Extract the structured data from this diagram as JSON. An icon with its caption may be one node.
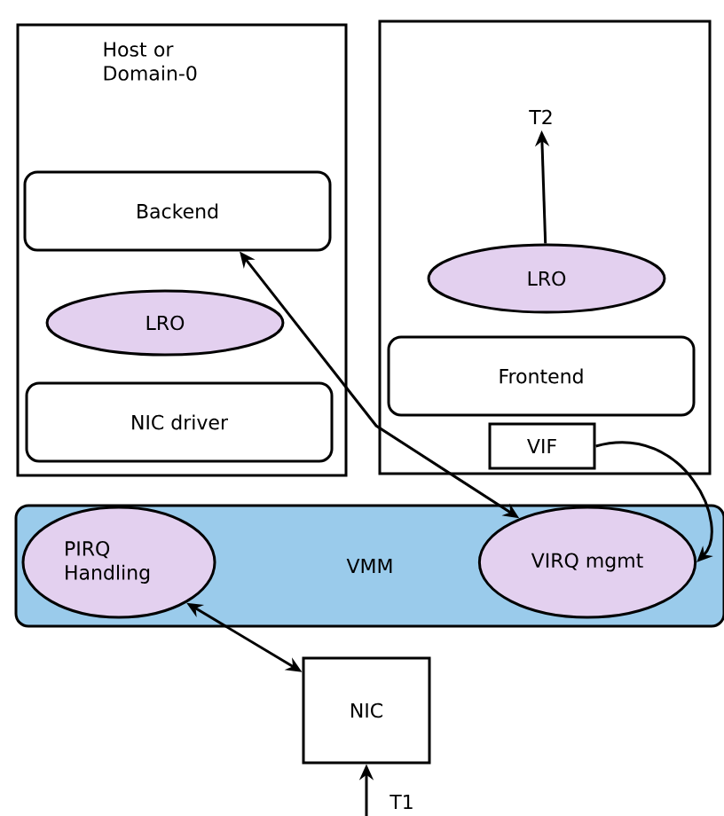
{
  "diagram": {
    "nodes": [
      {
        "text": [
          "Host or Domain-0"
        ]
      },
      {
        "text": [
          "Backend"
        ],
        "in": 0
      },
      {
        "text": [
          "LRO"
        ],
        "in": 0
      },
      {
        "text": [
          "NIC driver"
        ],
        "in": 0
      },
      {
        "text": [],
        "shape": "box"
      },
      {
        "text": [
          "T2"
        ],
        "in": 4
      },
      {
        "text": [
          "LRO"
        ],
        "in": 4
      },
      {
        "text": [
          "Frontend"
        ],
        "in": 4
      },
      {
        "text": [
          "VIF"
        ],
        "in": 4
      },
      {
        "text": [
          "VMM"
        ]
      },
      {
        "text": [
          "PIRQ Handling"
        ],
        "in": 9
      },
      {
        "text": [
          "VIRQ mgmt"
        ],
        "in": 9
      },
      {
        "text": [
          "NIC"
        ]
      }
    ],
    "edges": [
      {
        "from": 6,
        "to": 5,
        "arrow": "to"
      },
      {
        "from": 1,
        "to": 11,
        "arrow": "both"
      },
      {
        "from": 8,
        "to": 11,
        "arrow": "to"
      },
      {
        "from": 10,
        "to": 12,
        "arrow": "both"
      },
      {
        "from": null,
        "to": 12,
        "arrow": "to",
        "label": "T1"
      }
    ]
  }
}
